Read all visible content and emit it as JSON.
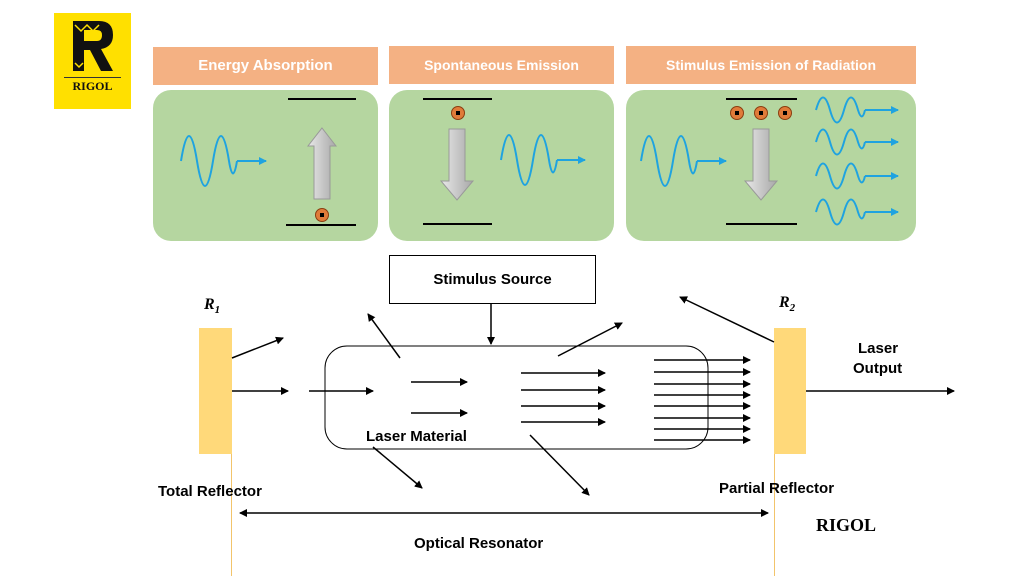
{
  "logo": {
    "text": "RIGOL"
  },
  "processes": [
    {
      "title": "Energy Absorption"
    },
    {
      "title": "Spontaneous Emission"
    },
    {
      "title": "Stimulus Emission of Radiation"
    }
  ],
  "resonator": {
    "stimulus_source": "Stimulus Source",
    "laser_material": "Laser Material",
    "r1_label": "R",
    "r1_sub": "1",
    "r2_label": "R",
    "r2_sub": "2",
    "total_reflector": "Total Reflector",
    "partial_reflector": "Partial Reflector",
    "laser_output_line1": "Laser",
    "laser_output_line2": "Output",
    "optical_resonator": "Optical Resonator"
  },
  "brand": "RIGOL",
  "colors": {
    "header": "#f4b183",
    "panel": "#b5d6a0",
    "wave": "#1fa3e0",
    "reflector": "#ffd97a",
    "logo_bg": "#ffe000",
    "atom": "#e07b39"
  }
}
